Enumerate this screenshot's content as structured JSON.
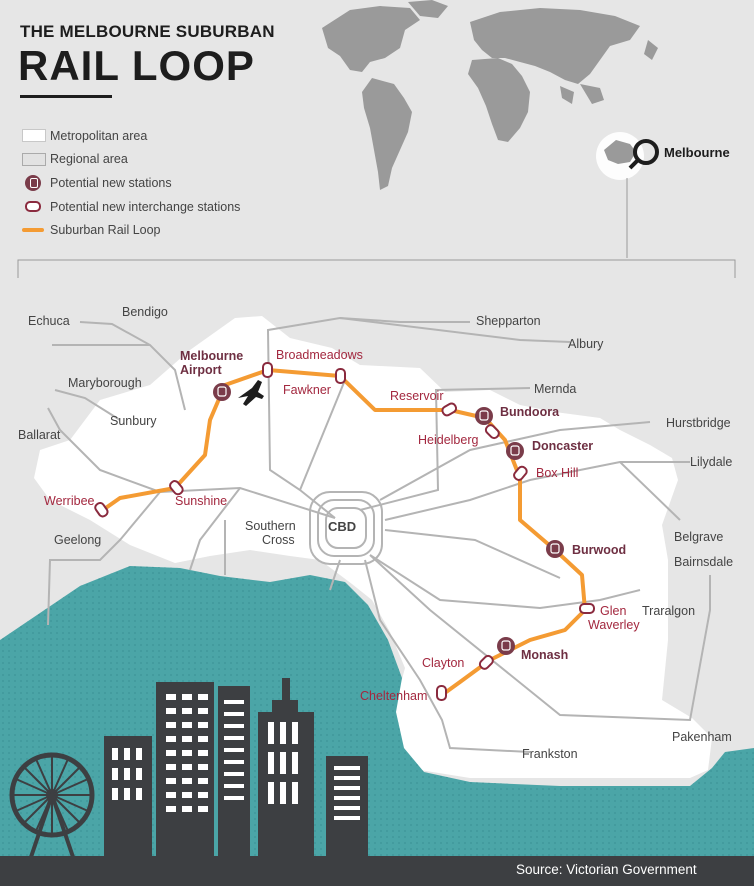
{
  "title": {
    "line1": "THE MELBOURNE SUBURBAN",
    "line2": "RAIL LOOP"
  },
  "legend": [
    {
      "key": "metropolitan",
      "label": "Metropolitan area"
    },
    {
      "key": "regional",
      "label": "Regional area"
    },
    {
      "key": "new-station",
      "label": "Potential new stations"
    },
    {
      "key": "new-interchange",
      "label": "Potential new interchange stations"
    },
    {
      "key": "rail-loop",
      "label": "Suburban Rail Loop"
    }
  ],
  "locator": {
    "label": "Melbourne"
  },
  "labels": {
    "cbd": "CBD",
    "southern_cross_1": "Southern",
    "southern_cross_2": "Cross",
    "melbourne_airport_1": "Melbourne",
    "melbourne_airport_2": "Airport",
    "glen_waverley_1": "Glen",
    "glen_waverley_2": "Waverley"
  },
  "new_stations": [
    "Bundoora",
    "Doncaster",
    "Burwood",
    "Monash"
  ],
  "interchange_stations": [
    "Werribee",
    "Sunshine",
    "Broadmeadows",
    "Fawkner",
    "Reservoir",
    "Heidelberg",
    "Box Hill",
    "Clayton",
    "Cheltenham"
  ],
  "line_termini": [
    "Echuca",
    "Bendigo",
    "Shepparton",
    "Albury",
    "Maryborough",
    "Ballarat",
    "Sunbury",
    "Geelong",
    "Mernda",
    "Hurstbridge",
    "Lilydale",
    "Belgrave",
    "Bairnsdale",
    "Traralgon",
    "Pakenham",
    "Frankston"
  ],
  "source": "Source: Victorian Government",
  "colors": {
    "background": "#e6e6e6",
    "metropolitan": "#ffffff",
    "bay": "#4ba5a7",
    "rail_loop": "#f49b33",
    "rail_lines": "#b4b4b4",
    "station_fill": "#7a3c4a",
    "station_label": "#a3283f",
    "text": "#444444",
    "skyline": "#3d3f42",
    "world_map": "#9a9a9a"
  }
}
